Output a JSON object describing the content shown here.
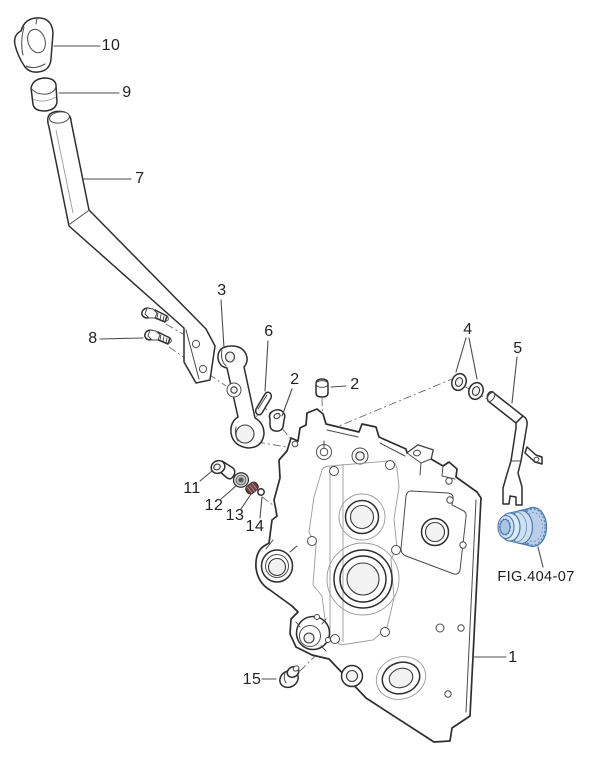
{
  "figure": {
    "reference_label": "FIG.404-07",
    "background_color": "#ffffff",
    "line_color": "#2e2e2e",
    "highlight_color": "#7da6d4",
    "highlight_fill": "#cfe0f2"
  },
  "callouts": {
    "1": "1",
    "2a": "2",
    "2b": "2",
    "3": "3",
    "4": "4",
    "5": "5",
    "6": "6",
    "7": "7",
    "8": "8",
    "9": "9",
    "10": "10",
    "11": "11",
    "12": "12",
    "13": "13",
    "14": "14",
    "15": "15"
  }
}
